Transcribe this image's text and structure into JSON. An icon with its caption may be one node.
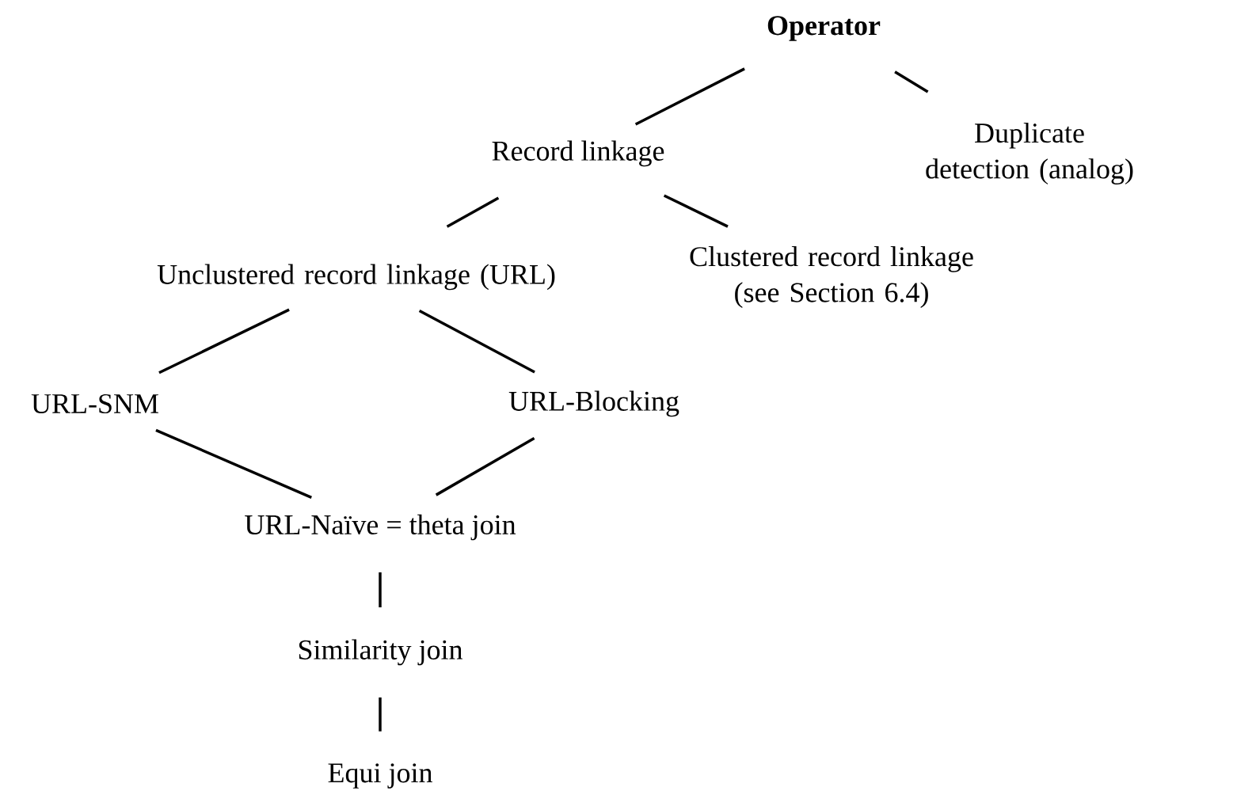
{
  "diagram": {
    "nodes": [
      {
        "text": [
          "Operator"
        ]
      },
      {
        "text": [
          "Record linkage"
        ]
      },
      {
        "text": [
          "Duplicate detection (analog)"
        ]
      },
      {
        "text": [
          "Unclustered record linkage (URL)"
        ]
      },
      {
        "text": [
          "Clustered record linkage (see Section 6.4)"
        ]
      },
      {
        "text": [
          "URL-SNM"
        ]
      },
      {
        "text": [
          "URL-Blocking"
        ]
      },
      {
        "text": [
          "URL-Naïve = theta join"
        ]
      },
      {
        "text": [
          "Similarity join"
        ]
      },
      {
        "text": [
          "Equi join"
        ]
      }
    ],
    "edges": [
      {
        "from": 0,
        "to": 1,
        "arrow": "none"
      },
      {
        "from": 0,
        "to": 2,
        "arrow": "none"
      },
      {
        "from": 1,
        "to": 3,
        "arrow": "none"
      },
      {
        "from": 1,
        "to": 4,
        "arrow": "none"
      },
      {
        "from": 3,
        "to": 5,
        "arrow": "none"
      },
      {
        "from": 3,
        "to": 6,
        "arrow": "none"
      },
      {
        "from": 5,
        "to": 7,
        "arrow": "none"
      },
      {
        "from": 6,
        "to": 7,
        "arrow": "none"
      },
      {
        "from": 7,
        "to": 8,
        "arrow": "none"
      },
      {
        "from": 8,
        "to": 9,
        "arrow": "none"
      }
    ]
  }
}
